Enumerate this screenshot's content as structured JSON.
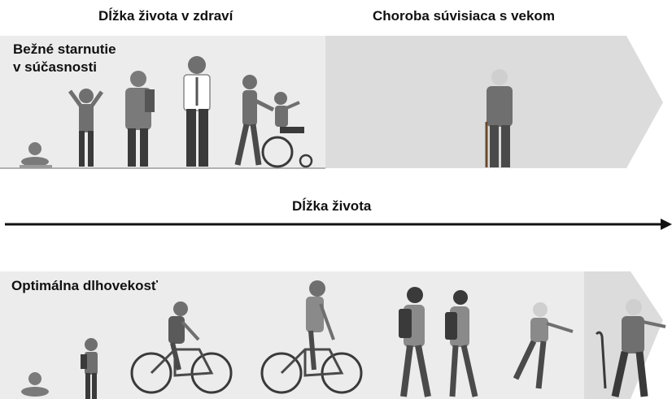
{
  "headers": {
    "healthspan": "Dĺžka života v zdraví",
    "age_related_disease": "Choroba súvisiaca s vekom"
  },
  "top_panel": {
    "title_line1": "Bežné starnutie",
    "title_line2": "v súčasnosti"
  },
  "lifespan_axis": {
    "label": "Dĺžka života"
  },
  "bottom_panel": {
    "title": "Optimálna dlhovekosť"
  },
  "colors": {
    "healthy_band": "#ececec",
    "disease_band": "#dcdcdc",
    "figure": "#6f6f6f",
    "figure_dark": "#3a3a3a",
    "ground_line": "#9a9a9a",
    "arrow": "#111111"
  }
}
